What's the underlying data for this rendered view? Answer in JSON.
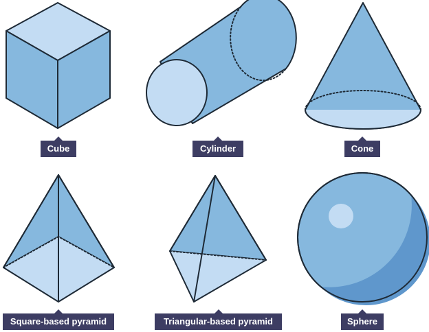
{
  "labels": {
    "cube": "Cube",
    "cylinder": "Cylinder",
    "cone": "Cone",
    "square_pyramid": "Square-based pyramid",
    "triangular_pyramid": "Triangular-based pyramid",
    "sphere": "Sphere"
  },
  "colors": {
    "light_fill": "#c3dcf3",
    "mid_fill": "#86b8de",
    "dark_fill": "#5f97cc",
    "outline": "#1e2a36",
    "label_bg": "#3d3d63",
    "label_text": "#ffffff"
  }
}
